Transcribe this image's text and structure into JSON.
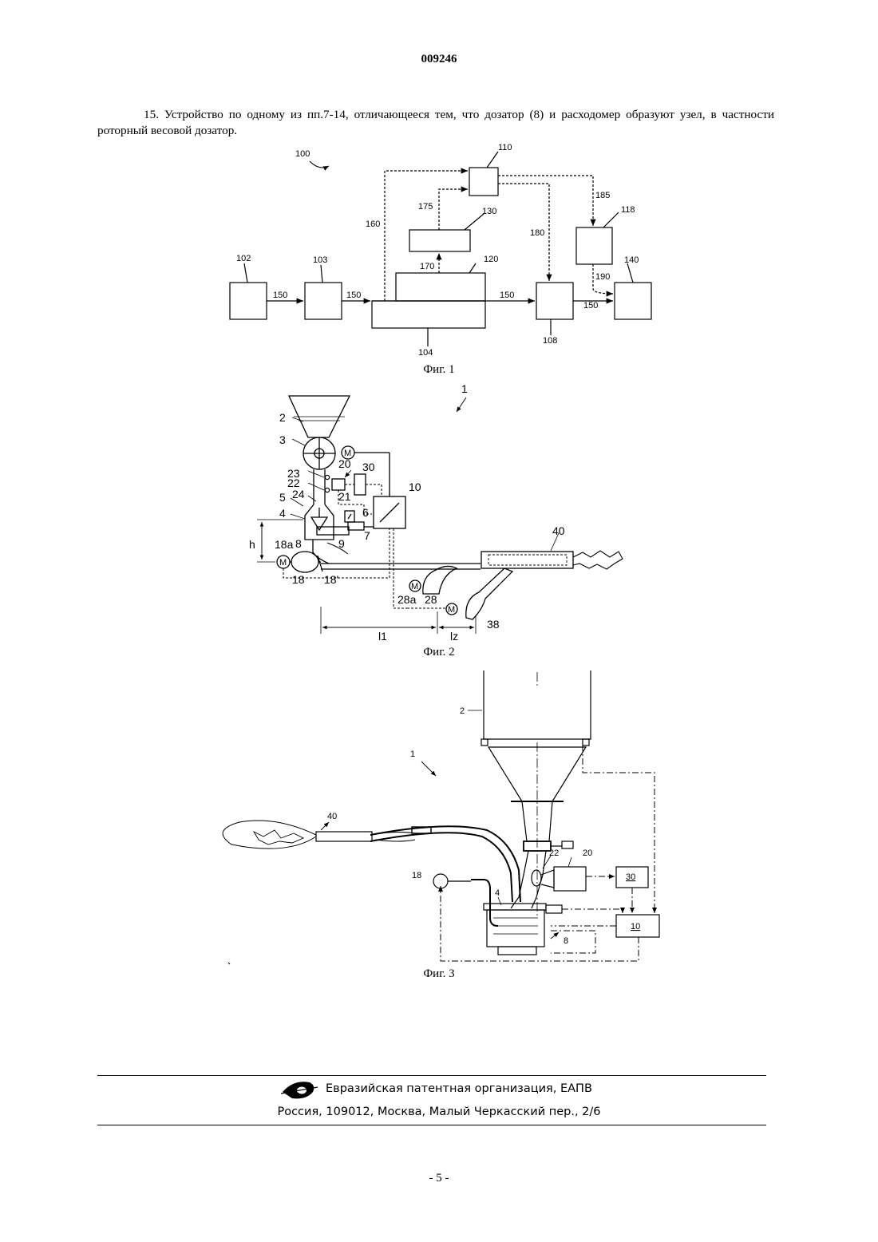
{
  "header": {
    "patent_number": "009246"
  },
  "claim": {
    "text": "15. Устройство по одному из пп.7-14, отличающееся тем, что дозатор (8) и расходомер образуют узел, в частности роторный весовой дозатор."
  },
  "fig1": {
    "caption": "Фиг. 1",
    "labels": {
      "system": "100",
      "b102": "102",
      "b103": "103",
      "b104": "104",
      "b108": "108",
      "b110": "110",
      "b118": "118",
      "b120": "120",
      "b130": "130",
      "b140": "140",
      "f150a": "150",
      "f150b": "150",
      "f150c": "150",
      "f150d": "150",
      "s160": "160",
      "s170": "170",
      "s175": "175",
      "s180": "180",
      "s185": "185",
      "s190": "190"
    }
  },
  "fig2": {
    "caption": "Фиг. 2",
    "labels": {
      "n1": "1",
      "n2": "2",
      "n3": "3",
      "n4": "4",
      "n5": "5",
      "n6": "6",
      "n7": "7",
      "n8": "8",
      "n9": "9",
      "n10": "10",
      "n18": "18",
      "n18a": "18a",
      "n18b": "18'",
      "n20": "20",
      "n21": "21",
      "n22": "22",
      "n23": "23",
      "n24": "24",
      "n28": "28",
      "n28a": "28a",
      "n30": "30",
      "n38": "38",
      "n40": "40",
      "h": "h",
      "l1": "l1",
      "l2": "lz",
      "motor": "M"
    }
  },
  "fig3": {
    "caption": "Фиг. 3",
    "labels": {
      "n1": "1",
      "n2": "2",
      "n4": "4",
      "n8": "8",
      "n10": "10",
      "n18": "18",
      "n20": "20",
      "n22": "22",
      "n30": "30",
      "n40": "40"
    }
  },
  "footer": {
    "org": "Евразийская патентная организация, ЕАПВ",
    "address": "Россия, 109012, Москва, Малый Черкасский пер., 2/6",
    "page": "- 5 -"
  }
}
